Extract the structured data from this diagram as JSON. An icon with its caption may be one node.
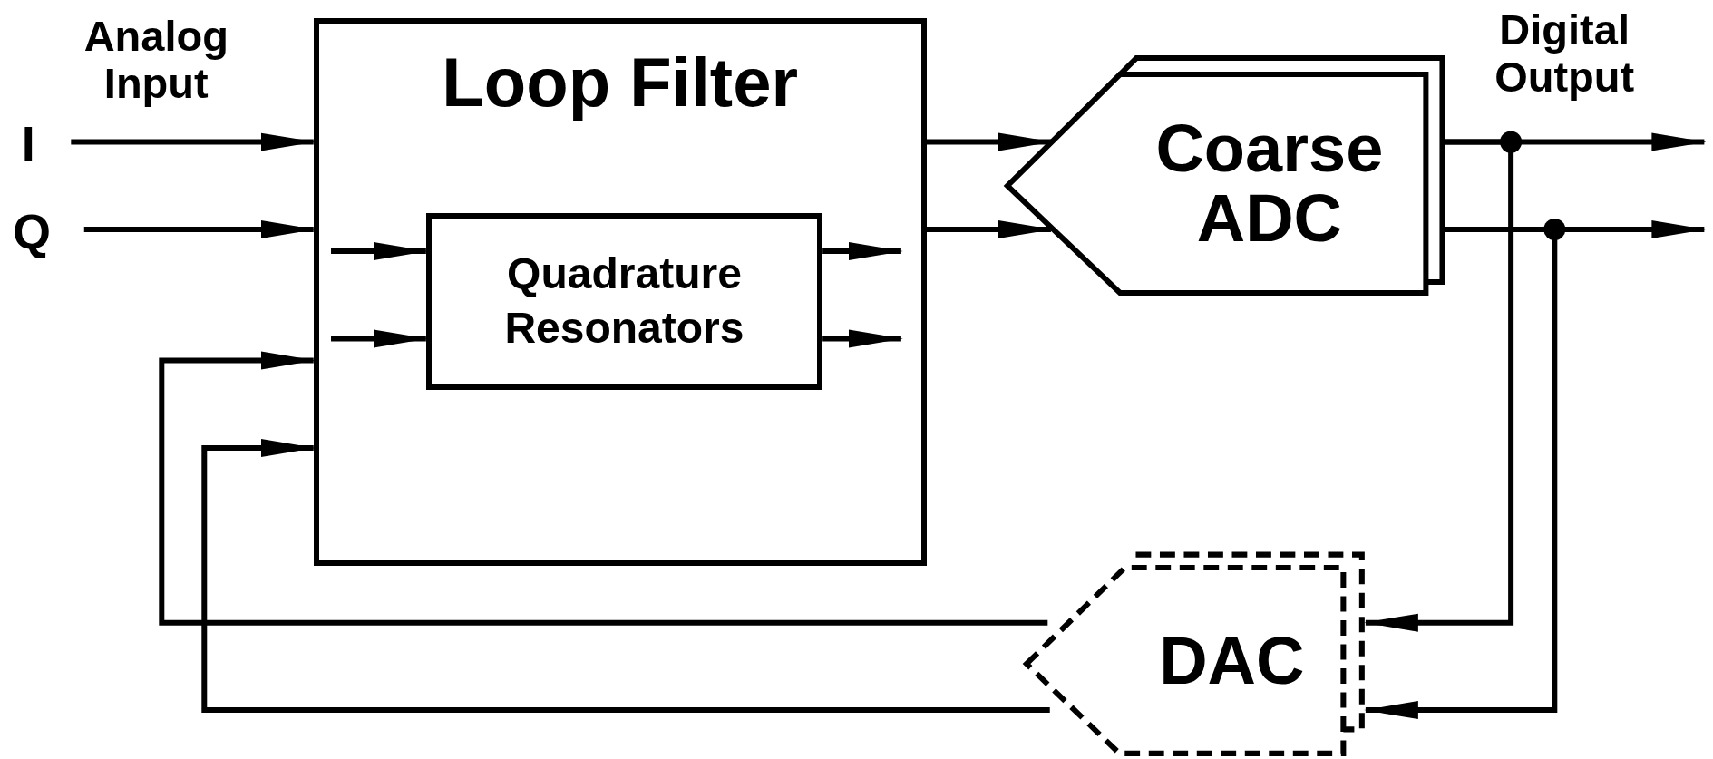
{
  "diagram": {
    "nodes": [
      {
        "text": [
          "I"
        ]
      },
      {
        "text": [
          "Q"
        ]
      },
      {
        "text": [
          "Loop Filter"
        ]
      },
      {
        "text": [
          "Quadrature Resonators"
        ],
        "in": 2
      },
      {
        "text": [
          "Coarse ADC"
        ]
      },
      {
        "text": [
          "DAC"
        ]
      }
    ],
    "edges": [
      {
        "from": 0,
        "to": 2,
        "arrow": "to"
      },
      {
        "from": 1,
        "to": 2,
        "arrow": "to"
      },
      {
        "from": 5,
        "to": 2,
        "arrow": "to"
      },
      {
        "from": 5,
        "to": 2,
        "arrow": "to"
      },
      {
        "from": null,
        "to": 3,
        "arrow": "to"
      },
      {
        "from": null,
        "to": 3,
        "arrow": "to"
      },
      {
        "from": 3,
        "to": null,
        "arrow": "to"
      },
      {
        "from": 3,
        "to": null,
        "arrow": "to"
      },
      {
        "from": 2,
        "to": 4,
        "arrow": "to"
      },
      {
        "from": 2,
        "to": 4,
        "arrow": "to"
      },
      {
        "from": 4,
        "to": null,
        "arrow": "to"
      },
      {
        "from": 4,
        "to": null,
        "arrow": "to"
      },
      {
        "from": 4,
        "to": 5,
        "arrow": "to"
      },
      {
        "from": 4,
        "to": 5,
        "arrow": "to"
      }
    ],
    "labels": [
      "Analog Input",
      "Digital Output"
    ]
  }
}
